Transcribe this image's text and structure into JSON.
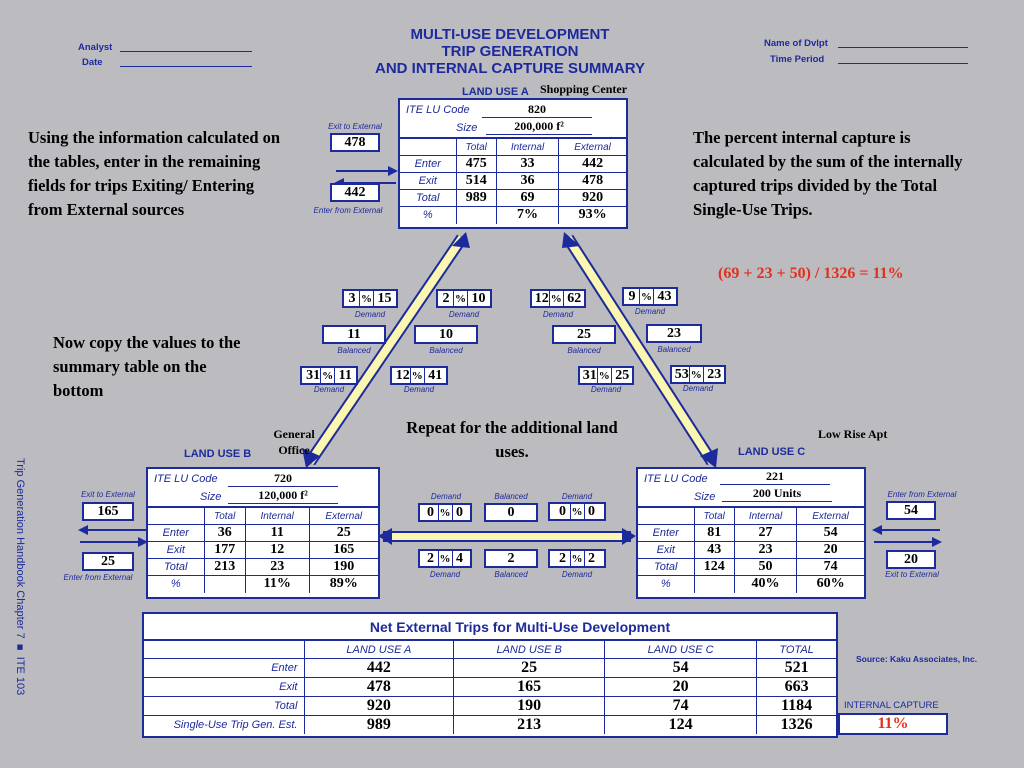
{
  "title": [
    "MULTI-USE DEVELOPMENT",
    "TRIP GENERATION",
    "AND INTERNAL CAPTURE SUMMARY"
  ],
  "header": {
    "analyst": "Analyst",
    "date": "Date",
    "dvlpt": "Name of Dvlpt",
    "period": "Time Period"
  },
  "table_labels": {
    "ite": "ITE LU Code",
    "size": "Size",
    "total": "Total",
    "internal": "Internal",
    "external": "External",
    "enter": "Enter",
    "exit": "Exit",
    "pct": "%"
  },
  "land_use_a": {
    "label": "LAND USE A",
    "name": "Shopping Center",
    "code": "820",
    "size": "200,000 f²",
    "enter": [
      "475",
      "33",
      "442"
    ],
    "exit": [
      "514",
      "36",
      "478"
    ],
    "total": [
      "989",
      "69",
      "920"
    ],
    "pct": [
      "",
      "7%",
      "93%"
    ],
    "exit_ext_label": "Exit to External",
    "exit_ext": "478",
    "enter_ext_label": "Enter from External",
    "enter_ext": "442"
  },
  "land_use_b": {
    "label": "LAND USE B",
    "name": "General Office",
    "code": "720",
    "size": "120,000 f²",
    "enter": [
      "36",
      "11",
      "25"
    ],
    "exit": [
      "177",
      "12",
      "165"
    ],
    "total": [
      "213",
      "23",
      "190"
    ],
    "pct": [
      "",
      "11%",
      "89%"
    ],
    "exit_ext_label": "Exit to External",
    "exit_ext": "165",
    "enter_ext_label": "Enter from External",
    "enter_ext": "25"
  },
  "land_use_c": {
    "label": "LAND USE C",
    "name": "Low Rise Apt",
    "code": "221",
    "size": "200 Units",
    "enter": [
      "81",
      "27",
      "54"
    ],
    "exit": [
      "43",
      "23",
      "20"
    ],
    "total": [
      "124",
      "50",
      "74"
    ],
    "pct": [
      "",
      "40%",
      "60%"
    ],
    "enter_ext_label": "Enter from External",
    "enter_ext": "54",
    "exit_ext_label": "Exit to External",
    "exit_ext": "20"
  },
  "links": {
    "demand": "Demand",
    "balanced": "Balanced",
    "ab_top_pct": "3",
    "ab_top": "15",
    "ab_top2_pct": "2",
    "ab_top2": "10",
    "ab_bal1": "11",
    "ab_bal2": "10",
    "ab_bot_pct": "31",
    "ab_bot": "11",
    "ab_bot2_pct": "12",
    "ab_bot2": "41",
    "ac_top_pct": "12",
    "ac_top": "62",
    "ac_top2_pct": "9",
    "ac_top2": "43",
    "ac_bal1": "25",
    "ac_bal2": "23",
    "ac_bot_pct": "31",
    "ac_bot": "25",
    "ac_bot2_pct": "53",
    "ac_bot2": "23",
    "bc_top_pct": "0",
    "bc_top": "0",
    "bc_bal_top": "0",
    "bc_top2_pct": "0",
    "bc_top2": "0",
    "bc_bot_pct": "2",
    "bc_bot": "4",
    "bc_bal_bot": "2",
    "bc_bot2_pct": "2",
    "bc_bot2": "2"
  },
  "notes": {
    "left1": "Using the information calculated on the tables, enter in the remaining fields for trips Exiting/ Entering from External sources",
    "left2": "Now copy the values to the summary table on the bottom",
    "right1": "The percent internal capture is calculated by the sum of the internally captured trips divided by the Total Single-Use Trips.",
    "formula": "(69 + 23 + 50) / 1326 = 11%",
    "middle": "Repeat for the additional land uses."
  },
  "summary": {
    "title": "Net External Trips for Multi-Use Development",
    "headers": [
      "LAND USE A",
      "LAND USE B",
      "LAND USE C",
      "TOTAL"
    ],
    "rows": [
      {
        "label": "Enter",
        "values": [
          "442",
          "25",
          "54",
          "521"
        ]
      },
      {
        "label": "Exit",
        "values": [
          "478",
          "165",
          "20",
          "663"
        ]
      },
      {
        "label": "Total",
        "values": [
          "920",
          "190",
          "74",
          "1184"
        ]
      },
      {
        "label": "Single-Use Trip Gen. Est.",
        "values": [
          "989",
          "213",
          "124",
          "1326"
        ]
      }
    ],
    "capture_label": "INTERNAL CAPTURE",
    "capture_value": "11%",
    "source": "Source: Kaku Associates, Inc."
  },
  "sidebar": "Trip Generation Handbook Chapter 7 ■ ITE 103",
  "colors": {
    "blue": "#1c2a9c",
    "arrow_fill": "#fbf7b0",
    "red": "#e0301e"
  }
}
